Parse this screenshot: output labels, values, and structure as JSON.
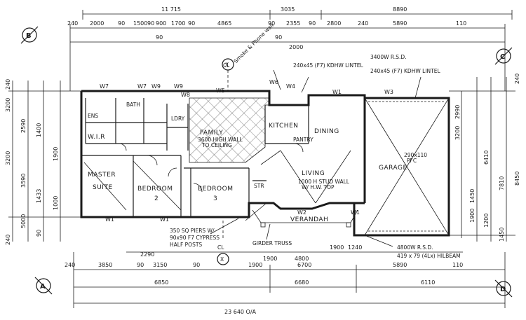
{
  "rooms": {
    "family": "FAMILY",
    "kitchen": "KITCHEN",
    "dining": "DINING",
    "garage": "GARAGE",
    "living": "LIVING",
    "master_1": "MASTER",
    "master_2": "SUITE",
    "bed2_1": "BEDROOM",
    "bed2_2": "2",
    "bed3_1": "BEDROOM",
    "bed3_2": "3",
    "verandah": "VERANDAH",
    "ens": "ENS",
    "wir": "W.I.R",
    "bath": "BATH",
    "ldry": "LDRY",
    "pantry": "PANTRY",
    "stair": "STR"
  },
  "grid_bubbles": [
    "B",
    "C",
    "A",
    "D"
  ],
  "section_markers": [
    "X",
    "X"
  ],
  "windows": [
    "W7",
    "W7",
    "W9",
    "W9",
    "W8",
    "W5",
    "W6",
    "W4",
    "W1",
    "W3",
    "W1",
    "W1",
    "W2",
    "W1"
  ],
  "notes": {
    "phone": "Smoke & Phone wall",
    "lintel1": "240x45 (F7) KDHW LINTEL",
    "lintel2_a": "3400W R.S.D.",
    "lintel2_b": "240x45 (F7) KDHW LINTEL",
    "family_wall": "3600 HIGH WALL",
    "family_wall2": "TO CEILING",
    "living_wall": "1000 H STUD WALL",
    "living_wall2": "W/ H.W. TOP",
    "garage_beam": "290x110",
    "garage_beam2": "PFC",
    "girder1": "350 SQ PIERS W/",
    "girder2": "90x90 F7 CYPRESS",
    "girder3": "HALF POSTS",
    "girder_truss": "GIRDER TRUSS",
    "rsd_a": "4800W R.S.D.",
    "rsd_b": "419 x 79 (4Lx) HILBEAM",
    "cl_1": "CL",
    "cl_2": "CL"
  },
  "dims": {
    "top_overall_1": "11 715",
    "top_overall_2": "3035",
    "top_overall_3": "8890",
    "top_row": [
      "240",
      "2000",
      "90",
      "1500",
      "90",
      "900",
      "1700",
      "90",
      "4865",
      "90",
      "2355",
      "90",
      "2800",
      "240",
      "5890",
      "110"
    ],
    "top_row2": [
      "90",
      "90",
      "2000"
    ],
    "left_col": [
      "240",
      "3200",
      "2590",
      "1400",
      "1900",
      "3200",
      "3590",
      "1433",
      "1000",
      "5000",
      "90",
      "240"
    ],
    "right_col": [
      "2990",
      "3200",
      "6410",
      "7810",
      "1450",
      "1900",
      "8450",
      "1200",
      "1450",
      "240"
    ],
    "interior": [
      "1900",
      "4800",
      "1900",
      "2290",
      "1240"
    ],
    "bottom_row1": [
      "240",
      "3850",
      "90",
      "3150",
      "90",
      "1900",
      "6700",
      "5890",
      "110"
    ],
    "bottom_row2": [
      "6850",
      "6680",
      "6110"
    ],
    "bottom_overall": "23 640 O/A"
  }
}
